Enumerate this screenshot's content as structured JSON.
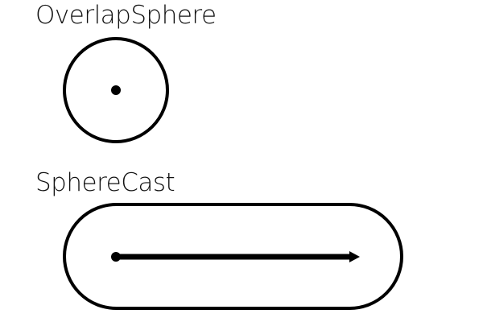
{
  "diagrams": {
    "overlap_sphere": {
      "label": "OverlapSphere"
    },
    "sphere_cast": {
      "label": "SphereCast"
    }
  },
  "colors": {
    "stroke": "#000000",
    "background": "#ffffff"
  },
  "icons": {
    "center_dot": "filled-circle",
    "cast_direction": "arrow-right"
  }
}
